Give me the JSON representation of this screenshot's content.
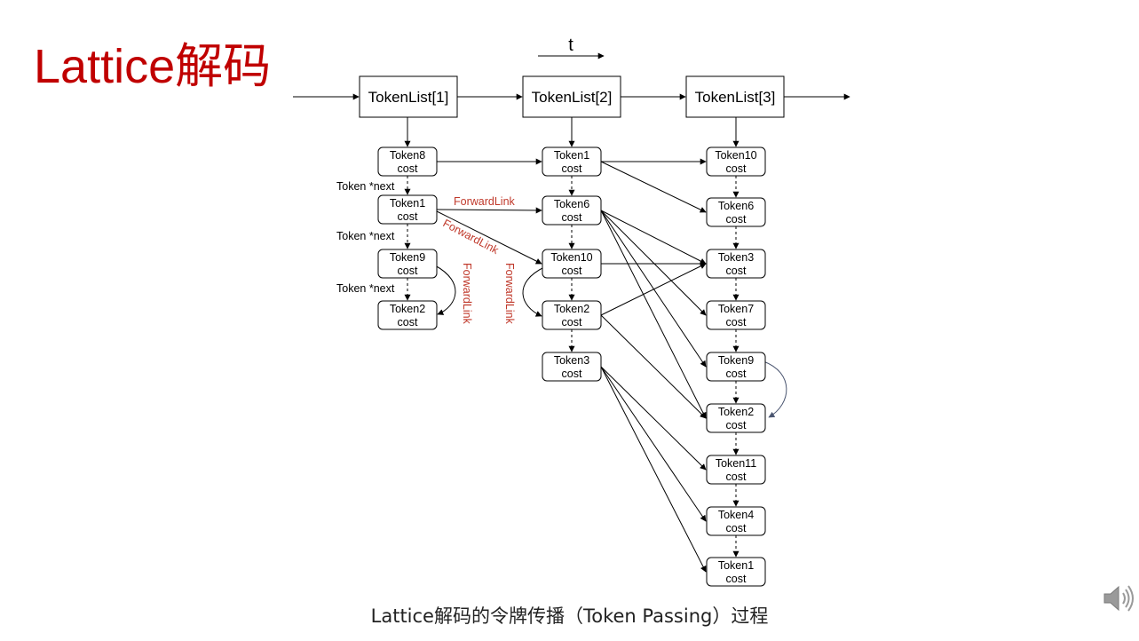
{
  "title": "Lattice解码",
  "caption": "Lattice解码的令牌传播（Token Passing）过程",
  "time_label": "t",
  "token_lists": [
    "TokenList[1]",
    "TokenList[2]",
    "TokenList[3]"
  ],
  "columns": [
    [
      "Token8",
      "Token1",
      "Token9",
      "Token2"
    ],
    [
      "Token1",
      "Token6",
      "Token10",
      "Token2",
      "Token3"
    ],
    [
      "Token10",
      "Token6",
      "Token3",
      "Token7",
      "Token9",
      "Token2",
      "Token11",
      "Token4",
      "Token1"
    ]
  ],
  "cost_label": "cost",
  "next_label": "Token *next",
  "forward_link_label": "ForwardLink",
  "colors": {
    "title": "#c00000",
    "link_label": "#c0392b",
    "line": "#000000",
    "curve": "#4a5570"
  },
  "icons": {
    "speaker": "speaker-icon"
  }
}
